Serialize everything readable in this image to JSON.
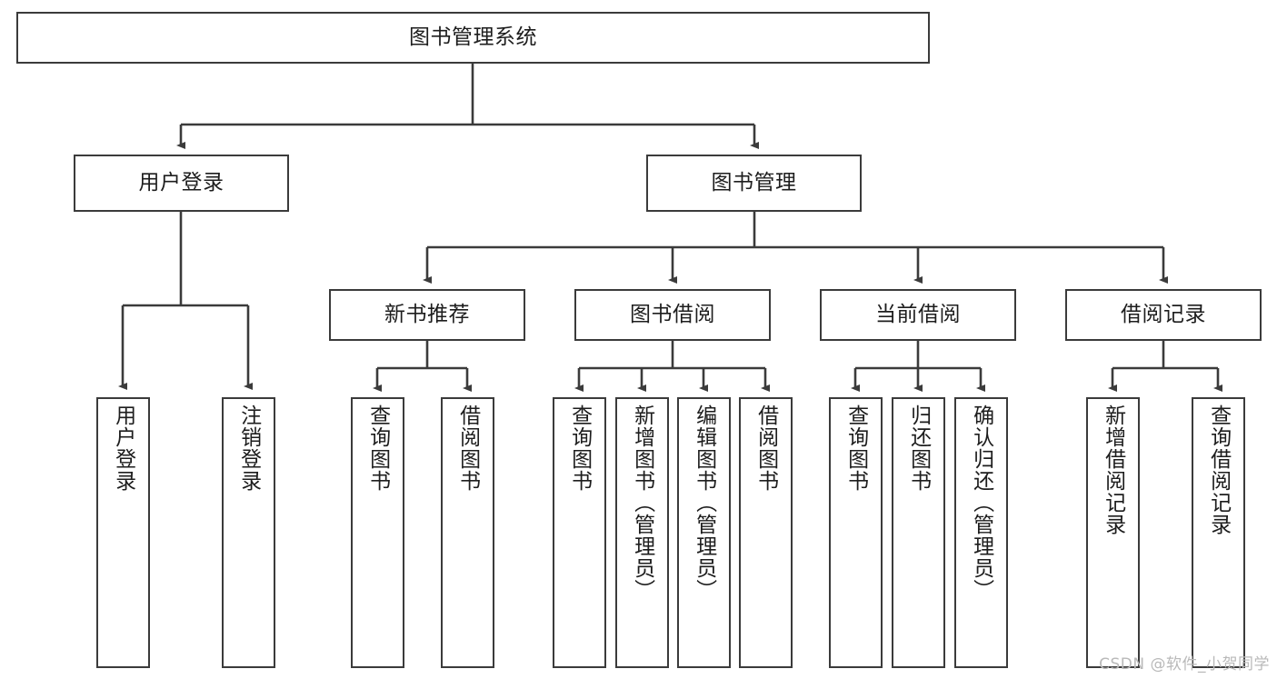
{
  "diagram": {
    "title": "图书管理系统",
    "type": "tree-hierarchy-diagram",
    "watermark": "CSDN @软件_小贺同学",
    "colors": {
      "node_border": "#3b3b3b",
      "node_fill": "#ffffff",
      "edge": "#3b3b3b",
      "text": "#1d1d1d",
      "watermark": "#b9b9b9"
    },
    "nodes": {
      "root": {
        "label": "图书管理系统"
      },
      "level2": [
        {
          "label": "用户登录"
        },
        {
          "label": "图书管理"
        }
      ],
      "level3": [
        {
          "label": "新书推荐"
        },
        {
          "label": "图书借阅"
        },
        {
          "label": "当前借阅"
        },
        {
          "label": "借阅记录"
        }
      ],
      "leaves": {
        "user_login": [
          {
            "label": "用户登录"
          },
          {
            "label": "注销登录"
          }
        ],
        "new_book_recommend": [
          {
            "label": "查询图书"
          },
          {
            "label": "借阅图书"
          }
        ],
        "book_borrow": [
          {
            "label": "查询图书"
          },
          {
            "label": "新增图书（管理员）"
          },
          {
            "label": "编辑图书（管理员）"
          },
          {
            "label": "借阅图书"
          }
        ],
        "current_borrow": [
          {
            "label": "查询图书"
          },
          {
            "label": "归还图书"
          },
          {
            "label": "确认归还（管理员）"
          }
        ],
        "borrow_records": [
          {
            "label": "新增借阅记录"
          },
          {
            "label": "查询借阅记录"
          }
        ]
      }
    }
  }
}
